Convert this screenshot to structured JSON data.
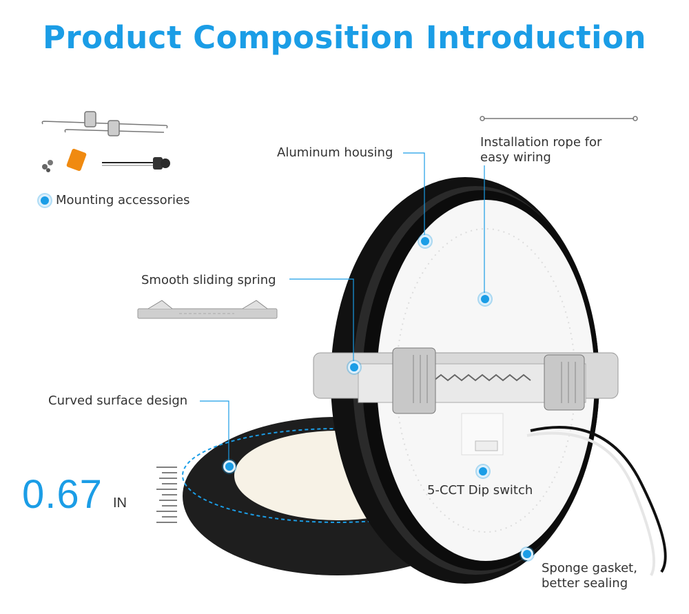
{
  "title": "Product Composition Introduction",
  "accent_color": "#1b9de6",
  "labels": {
    "aluminum_housing": "Aluminum housing",
    "installation_rope_1": "Installation rope for",
    "installation_rope_2": "easy wiring",
    "mounting_accessories": "Mounting accessories",
    "sliding_spring": "Smooth sliding spring",
    "curved_surface": "Curved surface design",
    "dip_switch": "5-CCT Dip switch",
    "sponge_gasket_1": "Sponge gasket,",
    "sponge_gasket_2": "better sealing"
  },
  "thickness": {
    "value": "0.67",
    "unit": "IN"
  }
}
